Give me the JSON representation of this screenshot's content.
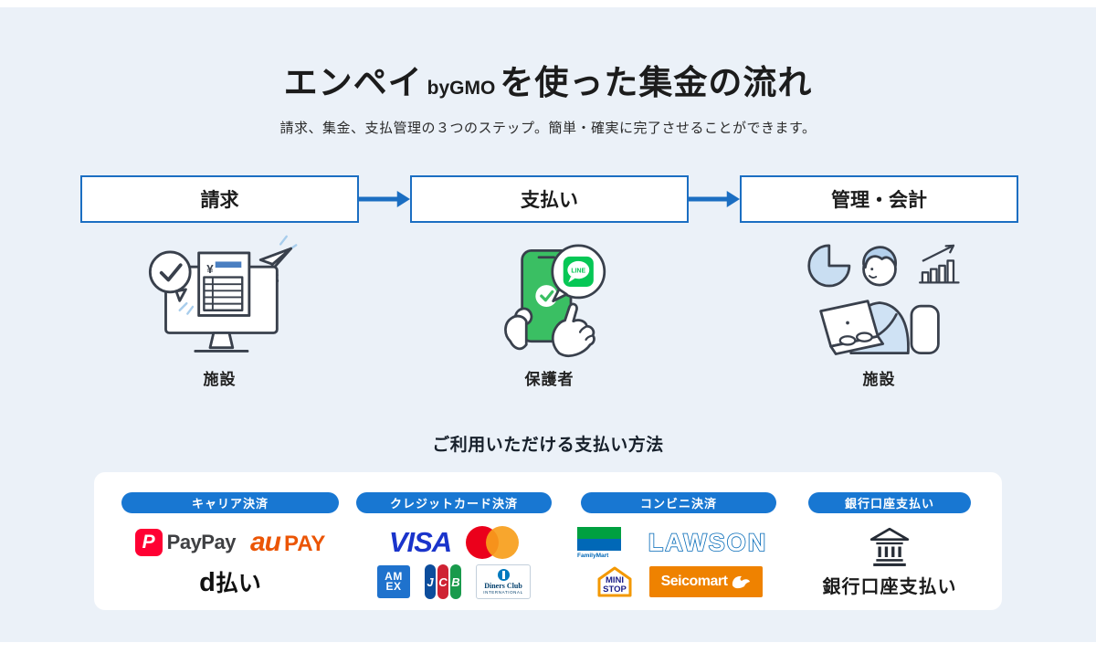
{
  "header": {
    "title_main": "エンペイ",
    "title_bygmo": "byGMO",
    "title_rest": "を使った集金の流れ",
    "subtitle": "請求、集金、支払管理の３つのステップ。簡単・確実に完了させることができます。"
  },
  "steps": [
    {
      "label": "請求",
      "caption": "施設"
    },
    {
      "label": "支払い",
      "caption": "保護者"
    },
    {
      "label": "管理・会計",
      "caption": "施設"
    }
  ],
  "payments": {
    "section_title": "ご利用いただける支払い方法",
    "categories": [
      {
        "label": "キャリア決済"
      },
      {
        "label": "クレジットカード決済"
      },
      {
        "label": "コンビニ決済"
      },
      {
        "label": "銀行口座支払い"
      }
    ],
    "logos": {
      "paypay": {
        "icon_letter": "P",
        "text": "PayPay"
      },
      "au_pay": {
        "au": "au",
        "pay": "PAY"
      },
      "d_barai": {
        "d": "d",
        "rest": "払い"
      },
      "visa": {
        "text": "VISA"
      },
      "amex": {
        "line1": "AM",
        "line2": "EX"
      },
      "jcb": {
        "j": "J",
        "c": "C",
        "b": "B"
      },
      "diners": {
        "line1": "Diners Club",
        "line2": "INTERNATIONAL"
      },
      "familymart": {
        "text": "FamilyMart"
      },
      "lawson": {
        "text": "LAWSON"
      },
      "ministop": {
        "line1": "MINI",
        "line2": "STOP"
      },
      "seicomart": {
        "text": "Seicomart"
      },
      "bank": {
        "label": "銀行口座支払い"
      }
    }
  },
  "colors": {
    "background": "#ebf1f8",
    "accent_blue": "#1877d2",
    "box_border_blue": "#1b6ec2",
    "line_green": "#06c755",
    "phone_green": "#3abf63",
    "paypay_red": "#ff0033",
    "au_orange": "#eb5505",
    "visa_blue": "#1a34cb",
    "mastercard_red": "#eb001b",
    "mastercard_orange": "#f79e1b",
    "amex_blue": "#1f72cd",
    "jcb_blue": "#0c4d9c",
    "jcb_red": "#cf2233",
    "jcb_green": "#199a4c",
    "diners_blue": "#0079be",
    "familymart_green": "#00a040",
    "familymart_blue": "#0168b7",
    "lawson_blue": "#0068b7",
    "ministop_orange": "#f39800",
    "ministop_blue": "#1d2088",
    "seicomart_orange": "#ef8200"
  }
}
